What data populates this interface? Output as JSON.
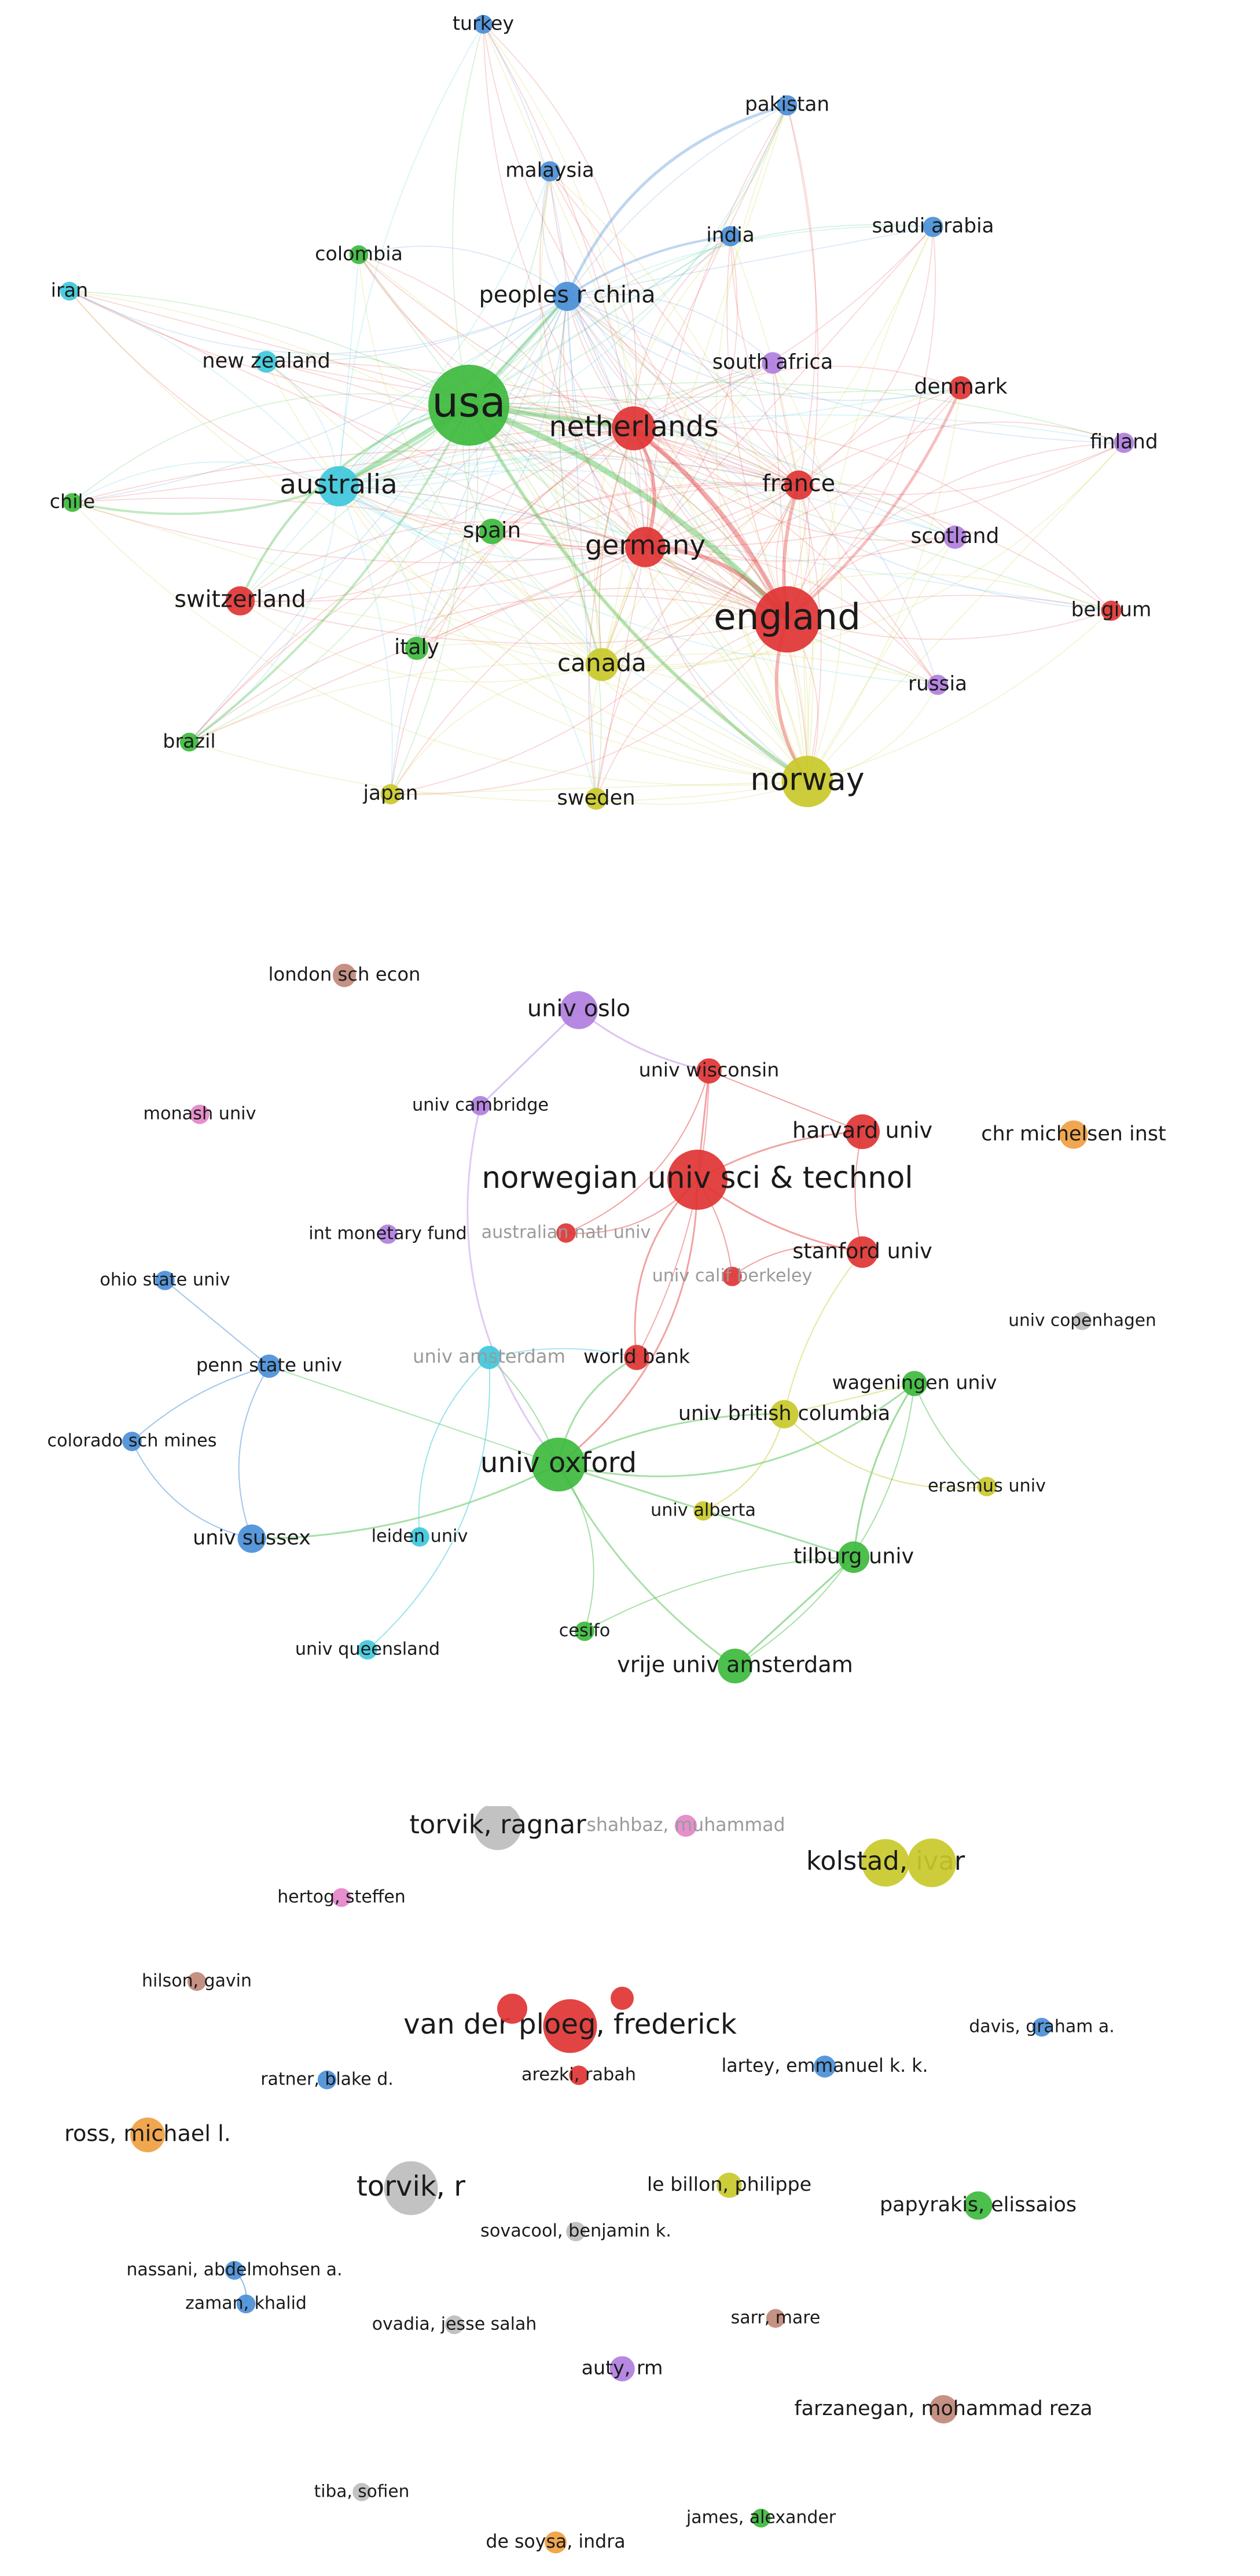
{
  "palette": {
    "red": "#e03434",
    "green": "#3dba3d",
    "blue": "#4a8fd8",
    "yellow": "#c9c92a",
    "purple": "#b07ee0",
    "cyan": "#3ec8dc",
    "orange": "#f0a040",
    "brown": "#c08878",
    "pink": "#e486c8",
    "grey": "#bdbdbd"
  },
  "countries": {
    "nodes": [
      {
        "label": "usa",
        "cluster": "green",
        "weight": 10
      },
      {
        "label": "england",
        "cluster": "red",
        "weight": 8
      },
      {
        "label": "norway",
        "cluster": "yellow",
        "weight": 6
      },
      {
        "label": "netherlands",
        "cluster": "red",
        "weight": 5
      },
      {
        "label": "germany",
        "cluster": "red",
        "weight": 4.5
      },
      {
        "label": "australia",
        "cluster": "cyan",
        "weight": 4.5
      },
      {
        "label": "canada",
        "cluster": "yellow",
        "weight": 3.5
      },
      {
        "label": "france",
        "cluster": "red",
        "weight": 3
      },
      {
        "label": "switzerland",
        "cluster": "red",
        "weight": 3
      },
      {
        "label": "peoples r china",
        "cluster": "blue",
        "weight": 3
      },
      {
        "label": "spain",
        "cluster": "green",
        "weight": 2.5
      },
      {
        "label": "italy",
        "cluster": "green",
        "weight": 2.2
      },
      {
        "label": "scotland",
        "cluster": "purple",
        "weight": 2.2
      },
      {
        "label": "denmark",
        "cluster": "red",
        "weight": 2.2
      },
      {
        "label": "south africa",
        "cluster": "purple",
        "weight": 2
      },
      {
        "label": "new zealand",
        "cluster": "cyan",
        "weight": 2
      },
      {
        "label": "sweden",
        "cluster": "yellow",
        "weight": 2
      },
      {
        "label": "japan",
        "cluster": "yellow",
        "weight": 1.8
      },
      {
        "label": "india",
        "cluster": "blue",
        "weight": 1.8
      },
      {
        "label": "malaysia",
        "cluster": "blue",
        "weight": 1.8
      },
      {
        "label": "pakistan",
        "cluster": "blue",
        "weight": 1.8
      },
      {
        "label": "saudi arabia",
        "cluster": "blue",
        "weight": 1.8
      },
      {
        "label": "turkey",
        "cluster": "blue",
        "weight": 1.6
      },
      {
        "label": "colombia",
        "cluster": "green",
        "weight": 1.6
      },
      {
        "label": "iran",
        "cluster": "cyan",
        "weight": 1.6
      },
      {
        "label": "chile",
        "cluster": "green",
        "weight": 1.6
      },
      {
        "label": "brazil",
        "cluster": "green",
        "weight": 1.6
      },
      {
        "label": "finland",
        "cluster": "purple",
        "weight": 1.8
      },
      {
        "label": "belgium",
        "cluster": "red",
        "weight": 1.8
      },
      {
        "label": "russia",
        "cluster": "purple",
        "weight": 1.8
      }
    ]
  },
  "institutions": {
    "nodes": [
      {
        "label": "norwegian univ sci & technol",
        "cluster": "red",
        "weight": 8
      },
      {
        "label": "univ oxford",
        "cluster": "green",
        "weight": 7
      },
      {
        "label": "univ oslo",
        "cluster": "purple",
        "weight": 4.5
      },
      {
        "label": "harvard univ",
        "cluster": "red",
        "weight": 4
      },
      {
        "label": "vrije univ amsterdam",
        "cluster": "green",
        "weight": 4
      },
      {
        "label": "tilburg univ",
        "cluster": "green",
        "weight": 3.5
      },
      {
        "label": "stanford univ",
        "cluster": "red",
        "weight": 3.5
      },
      {
        "label": "univ sussex",
        "cluster": "blue",
        "weight": 3
      },
      {
        "label": "univ british columbia",
        "cluster": "yellow",
        "weight": 3
      },
      {
        "label": "chr michelsen inst",
        "cluster": "orange",
        "weight": 3
      },
      {
        "label": "univ wisconsin",
        "cluster": "red",
        "weight": 2.5
      },
      {
        "label": "world bank",
        "cluster": "red",
        "weight": 2.5
      },
      {
        "label": "wageningen univ",
        "cluster": "green",
        "weight": 2.5
      },
      {
        "label": "penn state univ",
        "cluster": "blue",
        "weight": 2.2
      },
      {
        "label": "london sch econ",
        "cluster": "brown",
        "weight": 2.2
      },
      {
        "label": "univ amsterdam",
        "cluster": "cyan",
        "weight": 2.2
      },
      {
        "label": "int monetary fund",
        "cluster": "purple",
        "weight": 1.6
      },
      {
        "label": "univ cambridge",
        "cluster": "purple",
        "weight": 1.6
      },
      {
        "label": "monash univ",
        "cluster": "pink",
        "weight": 1.6
      },
      {
        "label": "australian natl univ",
        "cluster": "red",
        "weight": 1.6
      },
      {
        "label": "univ calif berkeley",
        "cluster": "red",
        "weight": 1.6
      },
      {
        "label": "ohio state univ",
        "cluster": "blue",
        "weight": 1.6
      },
      {
        "label": "colorado sch mines",
        "cluster": "blue",
        "weight": 1.6
      },
      {
        "label": "leiden univ",
        "cluster": "cyan",
        "weight": 1.6
      },
      {
        "label": "univ queensland",
        "cluster": "cyan",
        "weight": 1.6
      },
      {
        "label": "cesifo",
        "cluster": "green",
        "weight": 1.6
      },
      {
        "label": "univ alberta",
        "cluster": "yellow",
        "weight": 1.6
      },
      {
        "label": "erasmus univ",
        "cluster": "yellow",
        "weight": 1.6
      },
      {
        "label": "univ copenhagen",
        "cluster": "grey",
        "weight": 1.4
      }
    ]
  },
  "authors": {
    "nodes": [
      {
        "label": "van der ploeg, frederick",
        "cluster": "red",
        "weight": 7
      },
      {
        "label": "torvik, ragnar",
        "cluster": "grey",
        "weight": 6
      },
      {
        "label": "torvik, r",
        "cluster": "grey",
        "weight": 7
      },
      {
        "label": "kolstad, ivar",
        "cluster": "yellow",
        "weight": 6
      },
      {
        "label": "ross, michael l.",
        "cluster": "orange",
        "weight": 4
      },
      {
        "label": "papyrakis, elissaios",
        "cluster": "green",
        "weight": 3
      },
      {
        "label": "shahbaz, muhammad",
        "cluster": "pink",
        "weight": 2
      },
      {
        "label": "hertog, steffen",
        "cluster": "pink",
        "weight": 1.5
      },
      {
        "label": "hilson, gavin",
        "cluster": "brown",
        "weight": 1.5
      },
      {
        "label": "davis, graham a.",
        "cluster": "blue",
        "weight": 1.5
      },
      {
        "label": "ratner, blake d.",
        "cluster": "blue",
        "weight": 1.5
      },
      {
        "label": "arezki, rabah",
        "cluster": "red",
        "weight": 1.6
      },
      {
        "label": "lartey, emmanuel k. k.",
        "cluster": "blue",
        "weight": 2
      },
      {
        "label": "le billon, philippe",
        "cluster": "yellow",
        "weight": 2.5
      },
      {
        "label": "sovacool, benjamin k.",
        "cluster": "grey",
        "weight": 1.6
      },
      {
        "label": "nassani, abdelmohsen a.",
        "cluster": "blue",
        "weight": 1.5
      },
      {
        "label": "zaman, khalid",
        "cluster": "blue",
        "weight": 1.5
      },
      {
        "label": "ovadia, jesse salah",
        "cluster": "grey",
        "weight": 1.5
      },
      {
        "label": "sarr, mare",
        "cluster": "brown",
        "weight": 1.5
      },
      {
        "label": "auty, rm",
        "cluster": "purple",
        "weight": 2.5
      },
      {
        "label": "farzanegan, mohammad reza",
        "cluster": "brown",
        "weight": 3
      },
      {
        "label": "tiba, sofien",
        "cluster": "grey",
        "weight": 1.4
      },
      {
        "label": "james, alexander",
        "cluster": "green",
        "weight": 1.5
      },
      {
        "label": "de soysa, indra",
        "cluster": "orange",
        "weight": 2
      }
    ]
  }
}
